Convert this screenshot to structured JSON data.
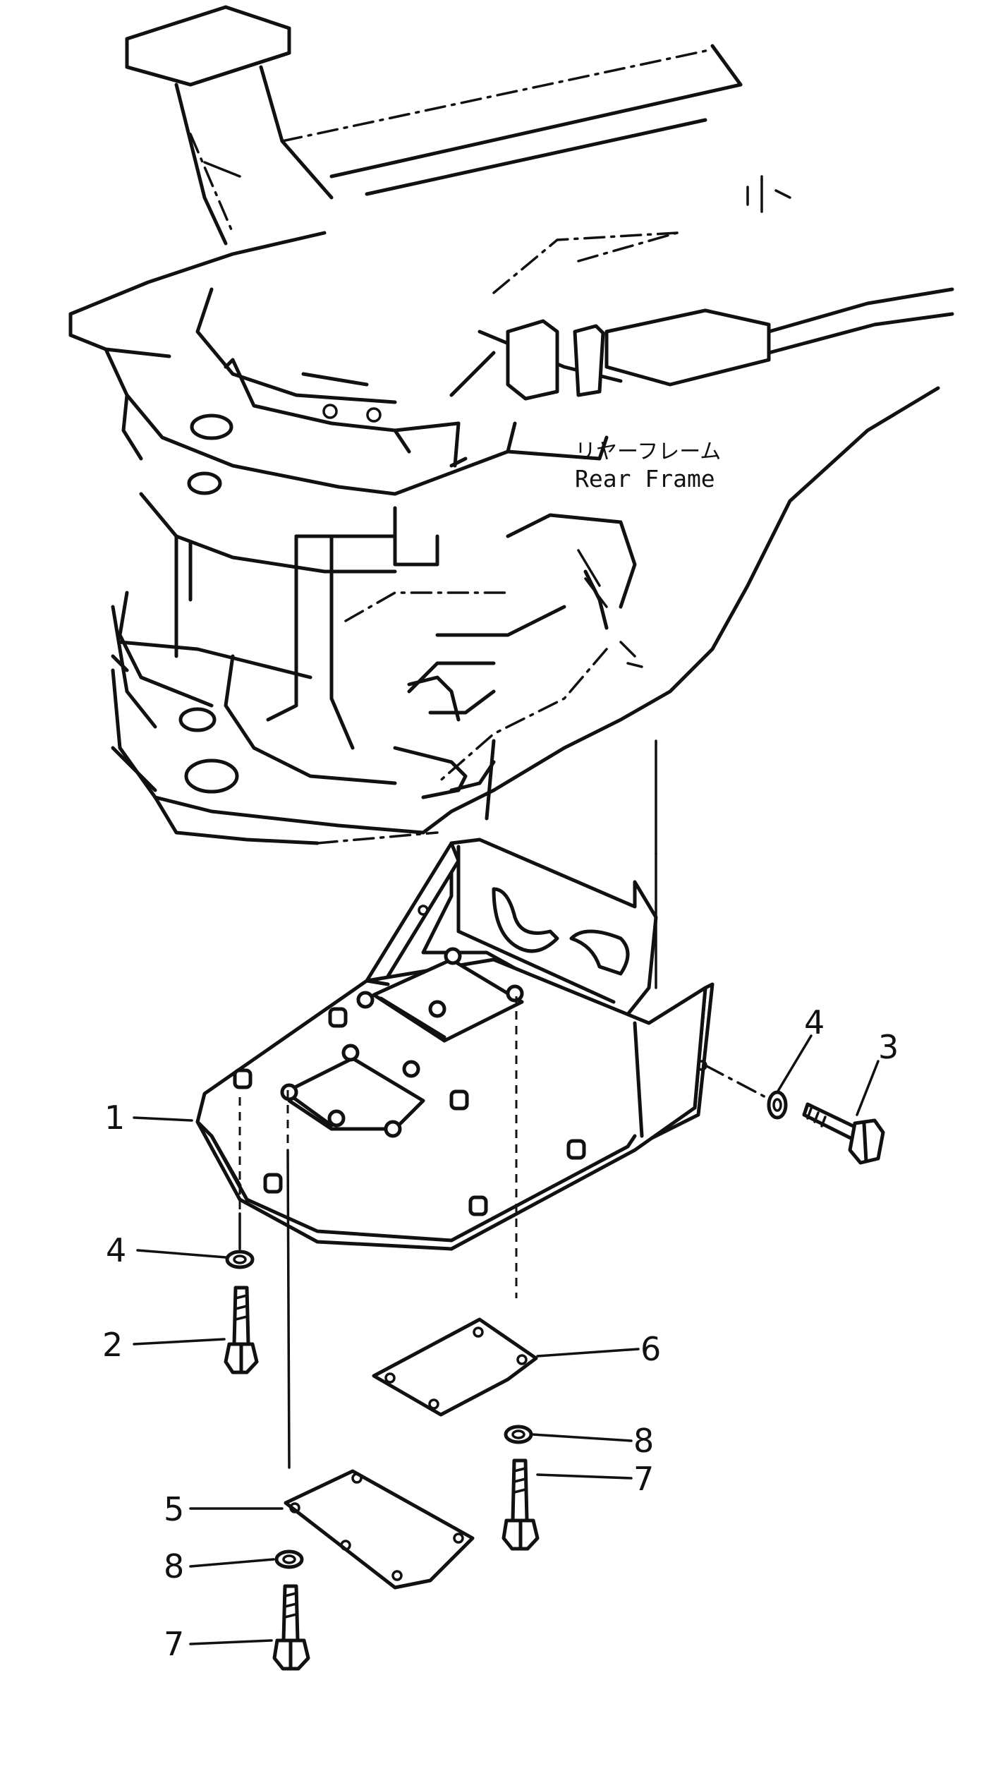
{
  "frame_label": {
    "jp": "リヤーフレーム",
    "en": "Rear  Frame"
  },
  "callouts": {
    "c1": "1",
    "c2": "2",
    "c3": "3",
    "c4a": "4",
    "c4b": "4",
    "c5": "5",
    "c6": "6",
    "c7a": "7",
    "c7b": "7",
    "c8a": "8",
    "c8b": "8"
  }
}
